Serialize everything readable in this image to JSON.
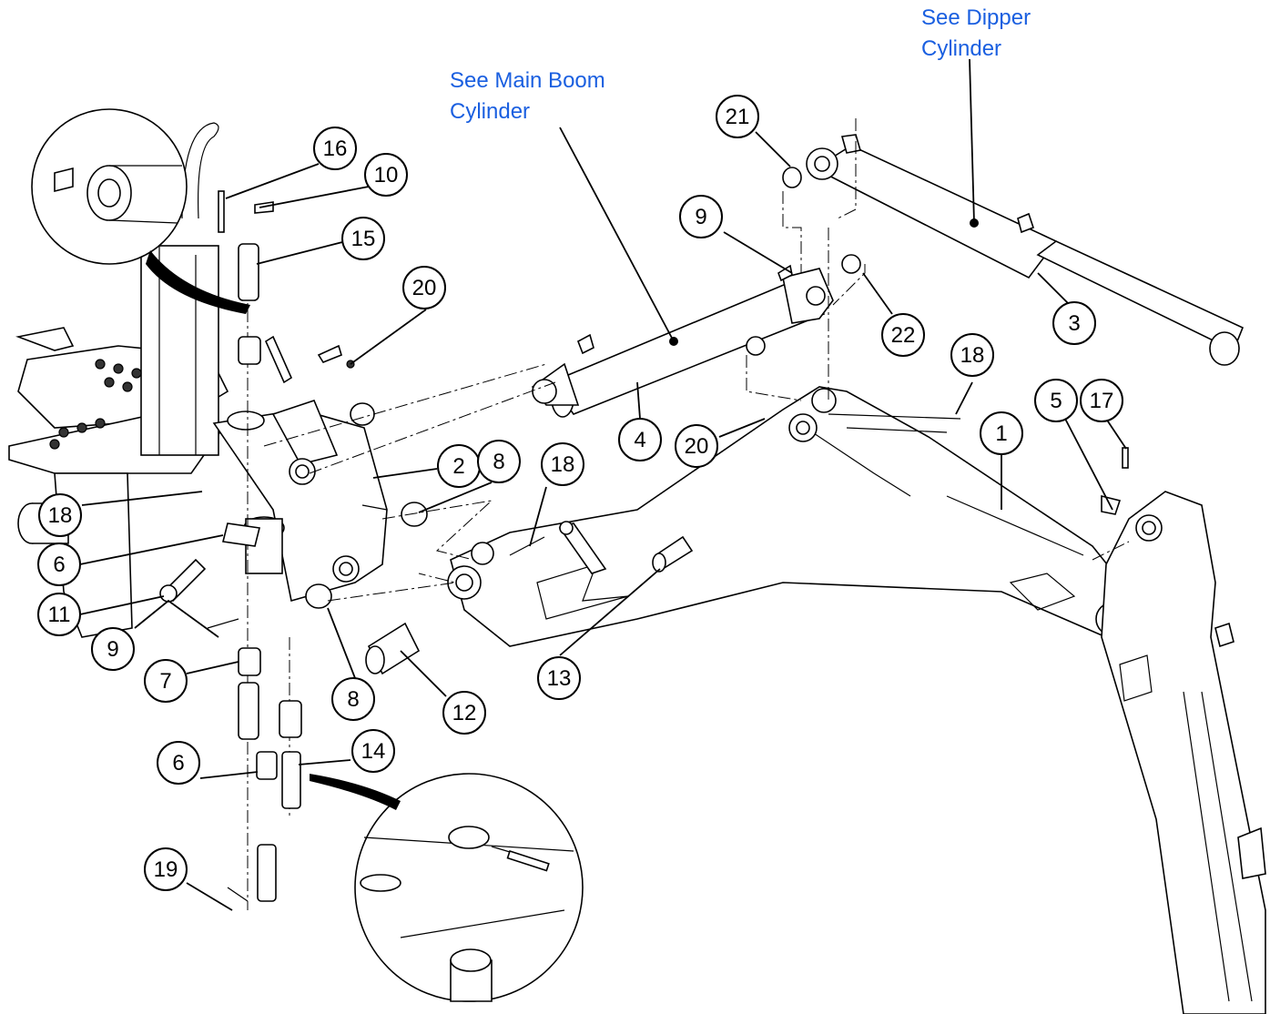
{
  "links": {
    "dipper_cylinder": [
      "See Dipper",
      "Cylinder"
    ],
    "main_boom_cylinder": [
      "See Main Boom",
      "Cylinder"
    ]
  },
  "callouts": [
    "1",
    "2",
    "3",
    "4",
    "5",
    "6",
    "6",
    "7",
    "8",
    "8",
    "9",
    "9",
    "10",
    "11",
    "12",
    "13",
    "14",
    "15",
    "16",
    "17",
    "18",
    "18",
    "18",
    "19",
    "20",
    "20",
    "21",
    "22"
  ],
  "colors": {
    "link": "#1a5fe0",
    "line": "#000000"
  }
}
